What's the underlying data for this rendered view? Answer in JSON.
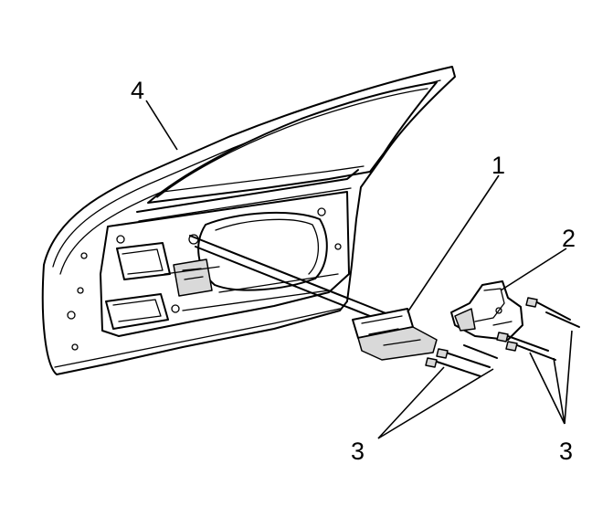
{
  "diagram": {
    "callouts": {
      "c1": "1",
      "c2": "2",
      "c3_left": "3",
      "c3_right": "3",
      "c4": "4"
    }
  }
}
